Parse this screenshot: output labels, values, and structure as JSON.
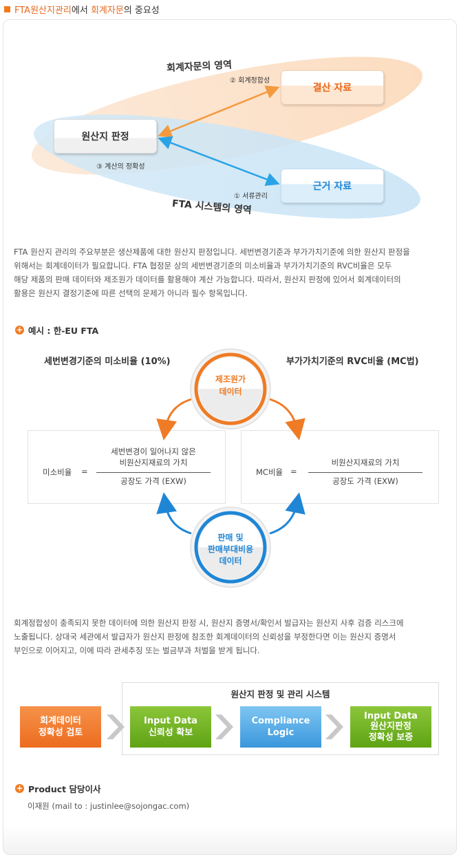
{
  "header": {
    "part1": "FTA원산지관리",
    "part2": "에서 ",
    "part3": "회계자문",
    "part4": "의 중요성"
  },
  "diagram": {
    "accounting_area": "회계자문의 영역",
    "fta_area": "FTA 시스템의 영역",
    "origin_box": "원산지 판정",
    "settlement_box": "결산 자료",
    "basis_box": "근거 자료",
    "label_accounting_consistency": "② 회계정합성",
    "label_calc_accuracy": "③ 계산의 정확성",
    "label_doc_management": "① 서류관리"
  },
  "paragraph1": [
    "FTA 원산지 관리의 주요부분은 생산제품에 대한 원산지 판정입니다. 세번변경기준과 부가가치기준에 의한 원산지 판정을",
    "위해서는 회계데이터가 필요합니다. FTA 협정문 상의 세번변경기준의 미소비율과 부가가치기준의 RVC비율은 모두",
    "해당 제품의 판매 데이터와 제조원가 데이터를 활용해야 계산 가능합니다. 따라서, 원산지 판정에 있어서 회계데이터의",
    "활용은 원산지 결정기준에 따른 선택의 문제가 아니라 필수 항목입니다."
  ],
  "example": {
    "title": "예시 : 한-EU FTA",
    "left_heading": "세번변경기준의 미소비율 (10%)",
    "right_heading": "부가가치기준의 RVC비율 (MC법)",
    "top_circle": [
      "제조원가",
      "데이터"
    ],
    "bottom_circle": [
      "판매 및",
      "판매부대비용",
      "데이터"
    ],
    "left_formula": {
      "label": "미소비율",
      "eq": "=",
      "numerator": [
        "세번변경이 일어나지 않은",
        "비원산지재료의 가치"
      ],
      "denominator": "공장도 가격 (EXW)"
    },
    "right_formula": {
      "label": "MC비율",
      "eq": "=",
      "numerator": [
        "비원산지재료의 가치"
      ],
      "denominator": "공장도 가격 (EXW)"
    }
  },
  "paragraph2": [
    "회계정합성이 충족되지 못한 데이터에 의한 원산지 판정 시, 원산지 증명서/확인서 발급자는 원산지 사후 검증 리스크에",
    "노출됩니다. 상대국 세관에서 발급자가 원산지 판정에 참조한 회계데이터의 신뢰성을 부정한다면 이는 원산지 증명서",
    "부인으로 이어지고, 이에 따라 관세추징 또는 벌금부과 처벌을 받게 됩니다."
  ],
  "flow": {
    "system_title": "원산지 판정 및 관리 시스템",
    "step1": [
      "회계데이터",
      "정확성 검토"
    ],
    "step2": [
      "Input Data",
      "신뢰성 확보"
    ],
    "step3": [
      "Compliance",
      "Logic"
    ],
    "step4": [
      "Input Data",
      "원산지판정",
      "정확성 보증"
    ]
  },
  "contact": {
    "title": "Product 담당이사",
    "line": "이재원 (mail to : justinlee@sojongac.com)"
  },
  "colors": {
    "orange": "#ef7b24",
    "blue": "#1f86d6",
    "green": "#6aac1d"
  }
}
